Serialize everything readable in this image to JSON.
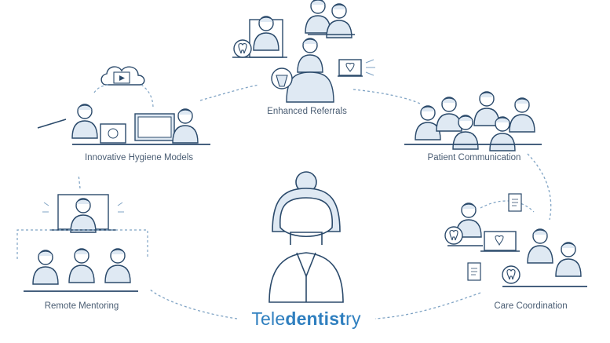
{
  "title": {
    "part1": "Tele",
    "part2": "dentist",
    "part3": "ry"
  },
  "nodes": [
    {
      "id": "enhanced-referrals",
      "label": "Enhanced Referrals"
    },
    {
      "id": "patient-communication",
      "label": "Patient Communication"
    },
    {
      "id": "care-coordination",
      "label": "Care Coordination"
    },
    {
      "id": "remote-mentoring",
      "label": "Remote Mentoring"
    },
    {
      "id": "innovative-hygiene-models",
      "label": "Innovative Hygiene Models"
    }
  ],
  "colors": {
    "line": "#2b4a6b",
    "fill": "#dfe9f3",
    "accent": "#2f7fbf",
    "text": "#4a5d73"
  }
}
